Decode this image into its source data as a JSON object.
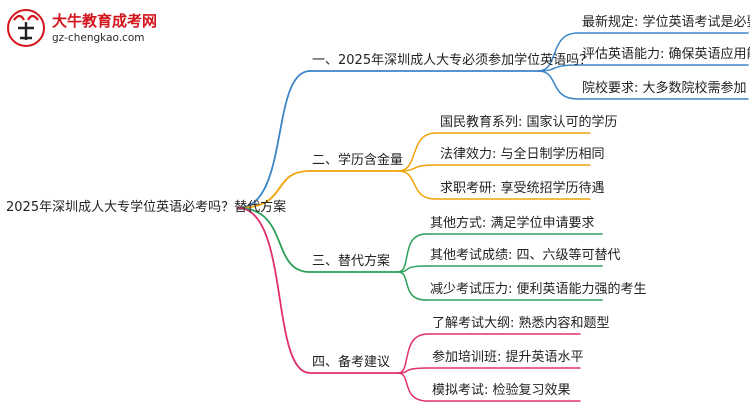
{
  "logo": {
    "brand": "大牛教育成考网",
    "url": "gz-chengkao.com"
  },
  "root": {
    "label": "2025年深圳成人大专学位英语必考吗？替代方案"
  },
  "branches": [
    {
      "label": "一、2025年深圳成人大专必须参加学位英语吗？",
      "color": "#3d85c6",
      "children": [
        "最新规定: 学位英语考试是必要条件",
        "评估英语能力: 确保英语应用能力",
        "院校要求: 大多数院校需参加"
      ]
    },
    {
      "label": "二、学历含金量",
      "color": "#f0a30a",
      "children": [
        "国民教育系列: 国家认可的学历",
        "法律效力: 与全日制学历相同",
        "求职考研: 享受统招学历待遇"
      ]
    },
    {
      "label": "三、替代方案",
      "color": "#2ca05a",
      "children": [
        "其他方式: 满足学位申请要求",
        "其他考试成绩: 四、六级等可替代",
        "减少考试压力: 便利英语能力强的考生"
      ]
    },
    {
      "label": "四、备考建议",
      "color": "#e0306e",
      "children": [
        "了解考试大纲: 熟悉内容和题型",
        "参加培训班: 提升英语水平",
        "模拟考试: 检验复习效果"
      ]
    }
  ]
}
